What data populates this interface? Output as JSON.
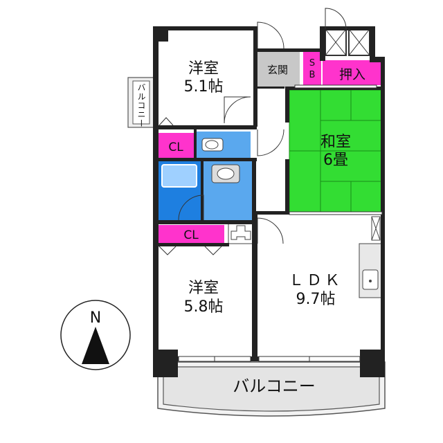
{
  "rooms": {
    "western1": {
      "name": "洋室",
      "size": "5.1帖"
    },
    "western2": {
      "name": "洋室",
      "size": "5.8帖"
    },
    "japanese": {
      "name": "和室",
      "size": "6畳"
    },
    "ldk": {
      "name": "ＬＤＫ",
      "size": "9.7帖"
    },
    "entrance": {
      "name": "玄関"
    },
    "sb": {
      "line1": "S",
      "line2": "B"
    },
    "oshiire": {
      "name": "押入"
    },
    "cl1": {
      "name": "CL"
    },
    "cl2": {
      "name": "CL"
    },
    "balcony_main": {
      "name": "バルコニー"
    },
    "balcony_side": {
      "name": "バルコニー"
    }
  },
  "compass": {
    "label": "N"
  },
  "colors": {
    "wall": "#222222",
    "closet": "#ff33cc",
    "tatami": "#33dd33",
    "bath": "#1e7fe0",
    "wet": "#5aa8ee",
    "genkan": "#c8c8c8",
    "balcony": "#e4e4e4"
  }
}
